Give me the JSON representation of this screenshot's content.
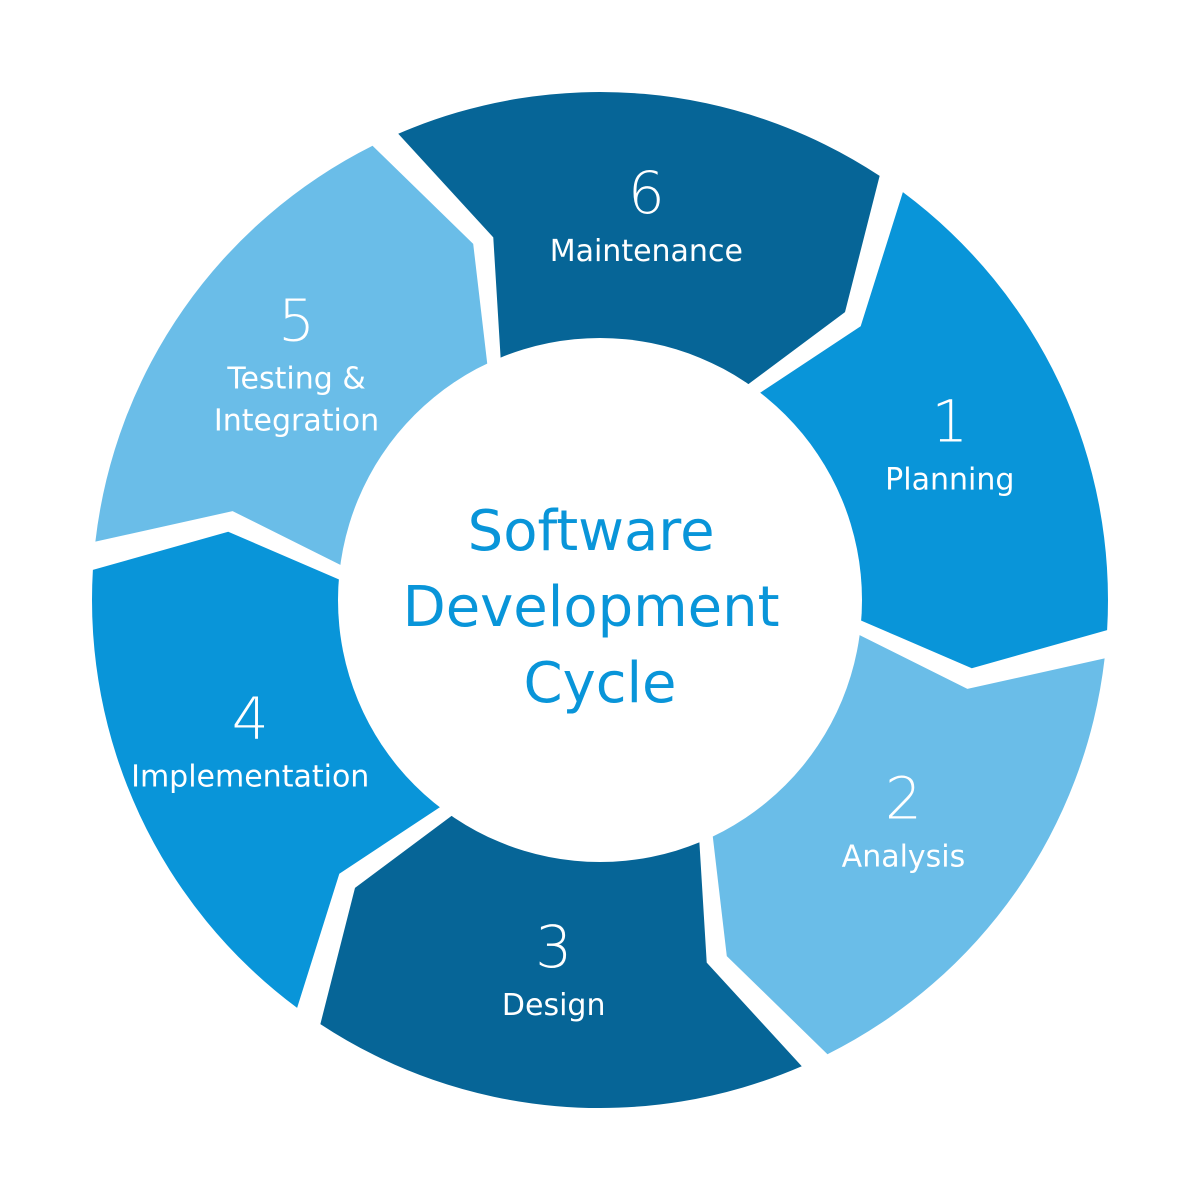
{
  "title_lines": [
    "Software",
    "Development",
    "Cycle"
  ],
  "stages": [
    {
      "number": "1",
      "lines": [
        "Planning"
      ],
      "color": "#0995d9"
    },
    {
      "number": "2",
      "lines": [
        "Analysis"
      ],
      "color": "#6abde8"
    },
    {
      "number": "3",
      "lines": [
        "Design"
      ],
      "color": "#066597"
    },
    {
      "number": "4",
      "lines": [
        "Implementation"
      ],
      "color": "#0995d9"
    },
    {
      "number": "5",
      "lines": [
        "Testing &",
        "Integration"
      ],
      "color": "#6abde8"
    },
    {
      "number": "6",
      "lines": [
        "Maintenance"
      ],
      "color": "#066597"
    }
  ],
  "colors": {
    "title": "#0995d9",
    "background": "#ffffff",
    "text_on_segments": "#ffffff"
  }
}
